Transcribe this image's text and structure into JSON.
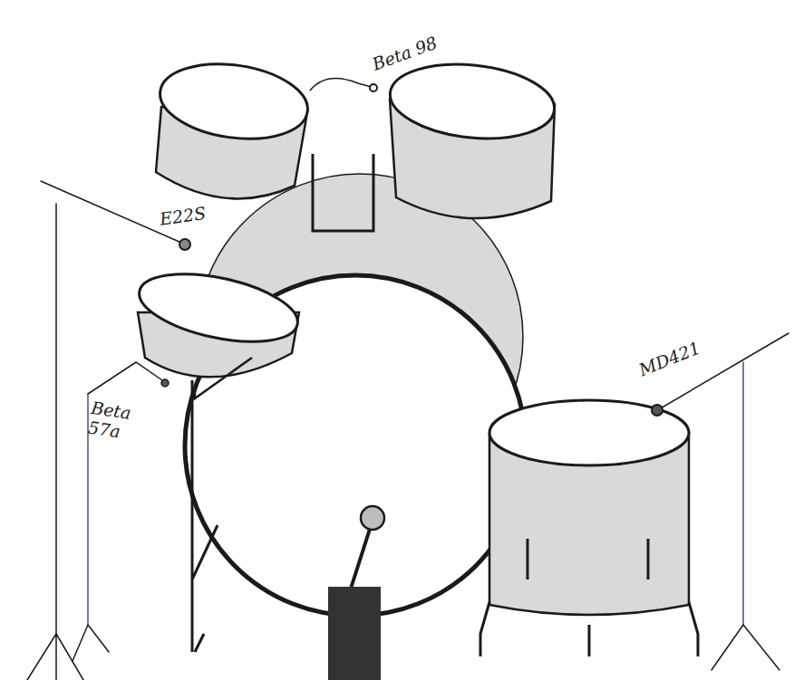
{
  "diagram": {
    "labels": [
      "Beta 98",
      "E22S",
      "Beta 57a",
      "MD421"
    ]
  }
}
